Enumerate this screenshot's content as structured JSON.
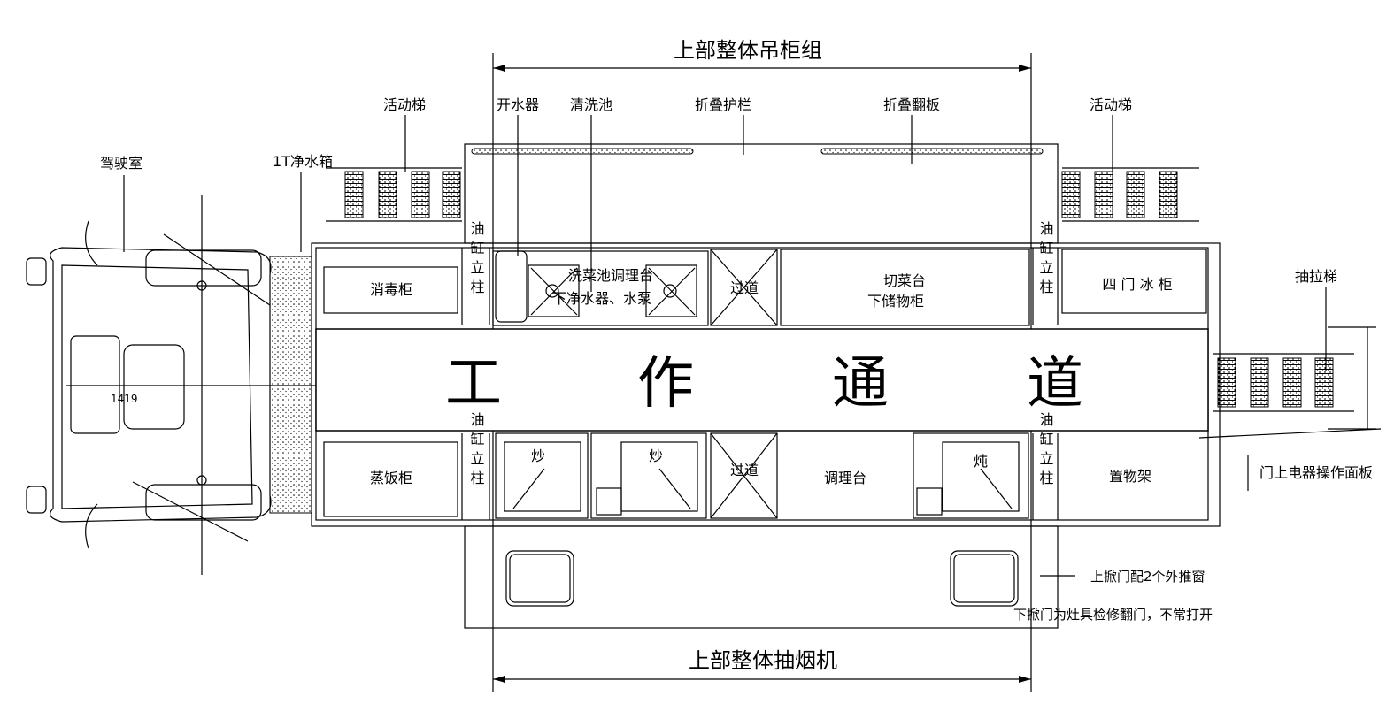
{
  "title_top": "上部整体吊柜组",
  "title_bottom": "上部整体抽烟机",
  "labels": {
    "cab": "驾驶室",
    "water_tank": "1T净水箱",
    "ladder_left": "活动梯",
    "water_heater": "开水器",
    "wash_basin": "清洗池",
    "folding_rail": "折叠护栏",
    "folding_flap": "折叠翻板",
    "ladder_right": "活动梯",
    "pull_ladder": "抽拉梯",
    "panel": "门上电器操作面板",
    "dim": "1419",
    "window_note": "上掀门配2个外推窗",
    "door_note": "下掀门为灶具检修翻门，不常打开"
  },
  "corridor": [
    "工",
    "作",
    "通",
    "道"
  ],
  "upper_row": {
    "disinfect": "消毒柜",
    "pillar": "油缸立柱",
    "sink_line1": "洗菜池调理台",
    "sink_line2": "下净水器、水泵",
    "aisle": "过道",
    "cut_line1": "切菜台",
    "cut_line2": "下储物柜",
    "pillar2": "油缸立柱",
    "fridge": "四 门 冰 柜"
  },
  "lower_row": {
    "steamer": "蒸饭柜",
    "pillar": "油缸立柱",
    "wok1": "炒",
    "wok2": "炒",
    "aisle": "过道",
    "prep": "调理台",
    "stew": "炖",
    "pillar2": "油缸立柱",
    "shelf": "置物架"
  }
}
